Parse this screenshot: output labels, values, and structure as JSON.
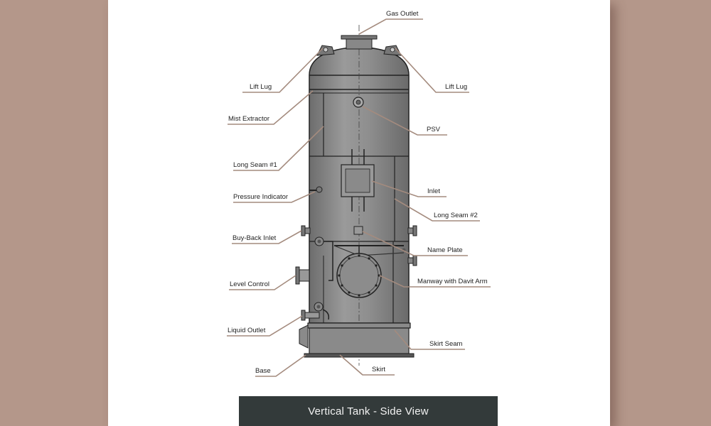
{
  "caption": "Vertical Tank - Side View",
  "colors": {
    "background": "#b4978a",
    "sheet": "#ffffff",
    "leader": "#a48b7e",
    "tank_fill": "#8a8a8a",
    "caption_bar": "#333a3a"
  },
  "labels": {
    "gas_outlet": "Gas Outlet",
    "lift_lug_left": "Lift Lug",
    "lift_lug_right": "Lift Lug",
    "mist_extractor": "Mist Extractor",
    "psv": "PSV",
    "long_seam_1": "Long Seam #1",
    "inlet": "Inlet",
    "pressure_indicator": "Pressure Indicator",
    "long_seam_2": "Long Seam #2",
    "buy_back_inlet": "Buy-Back Inlet",
    "name_plate": "Name Plate",
    "level_control": "Level Control",
    "manway_with_davit_arm": "Manway with Davit Arm",
    "liquid_outlet": "Liquid Outlet",
    "skirt_seam": "Skirt Seam",
    "base": "Base",
    "skirt": "Skirt"
  }
}
